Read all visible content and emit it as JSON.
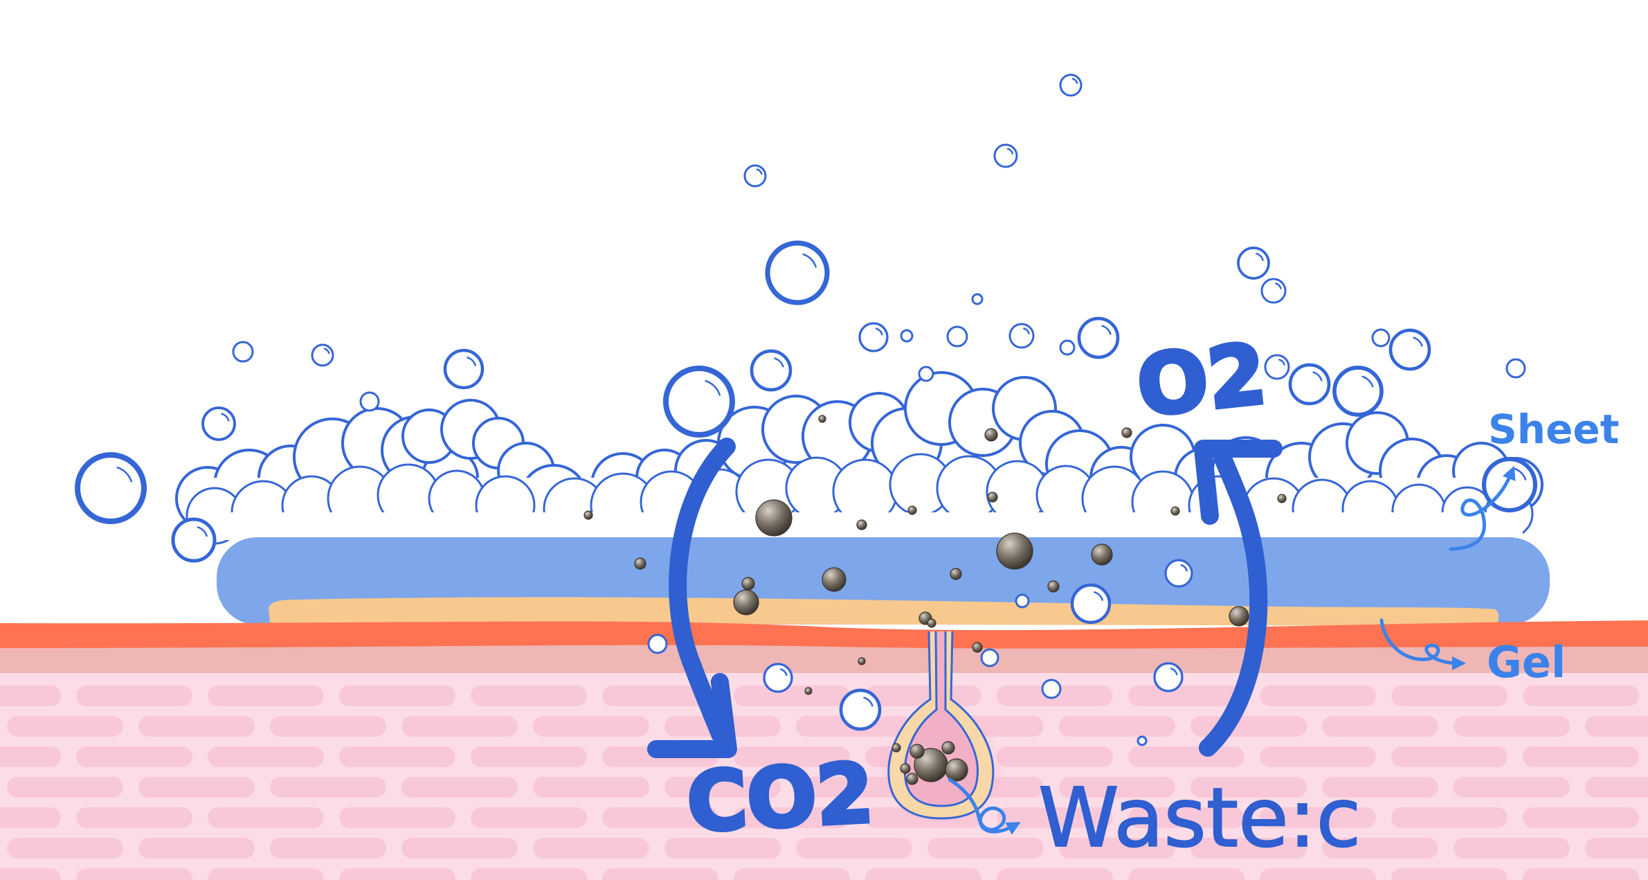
{
  "labels": {
    "o2": "O2",
    "co2": "CO2",
    "sheet": "Sheet",
    "gel": "Gel",
    "waste": "Waste:c"
  },
  "colors": {
    "outline": "#3566d6",
    "arrow": "#2f5fd0",
    "sheet": "#7ea6ea",
    "gel": "#f7c98e",
    "epidermis_line": "#ff7352",
    "skin_band": "#efb6b6",
    "skin": "#fcdde7",
    "cell": "#f7c3d4",
    "particle": "#6b6359"
  }
}
